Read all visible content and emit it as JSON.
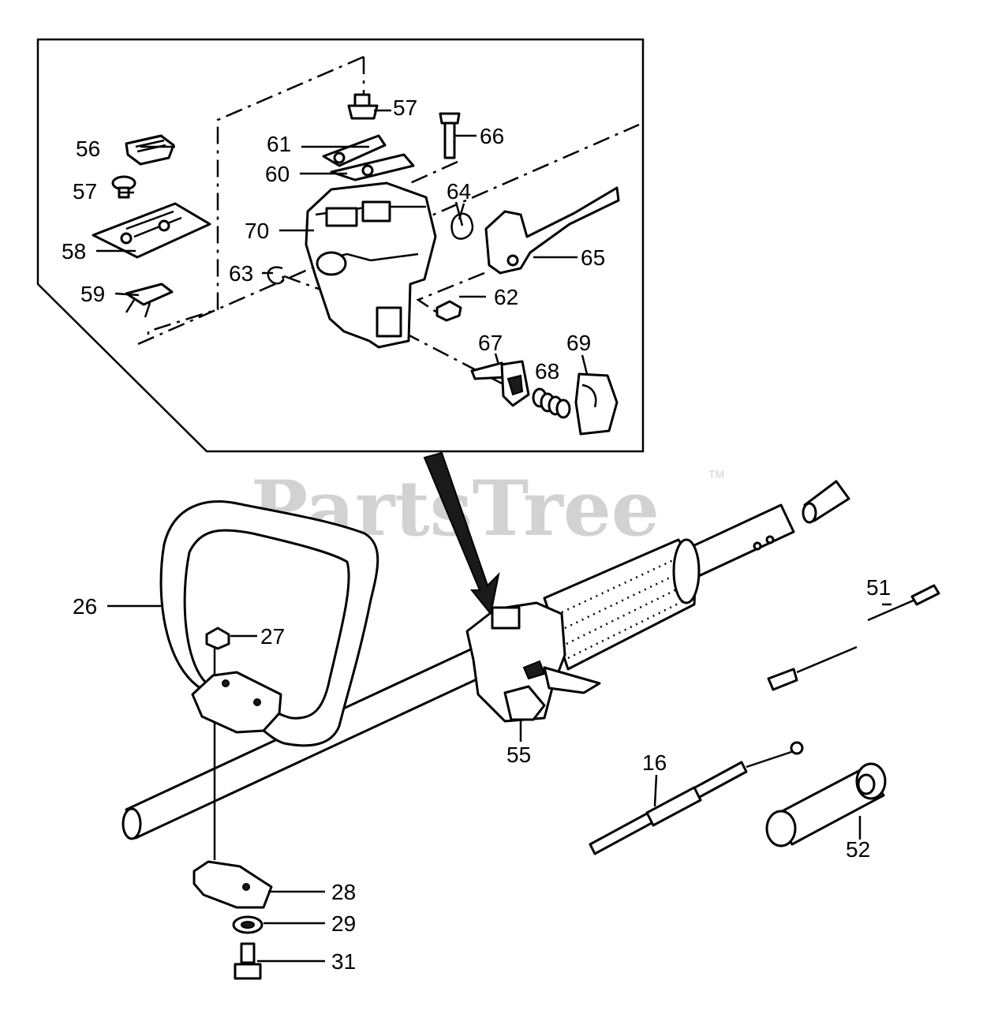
{
  "watermark": {
    "text": "PartsTree",
    "trademark": "TM"
  },
  "parts": [
    {
      "id": "p57a",
      "number": "57"
    },
    {
      "id": "p56",
      "number": "56"
    },
    {
      "id": "p61",
      "number": "61"
    },
    {
      "id": "p66",
      "number": "66"
    },
    {
      "id": "p57b",
      "number": "57"
    },
    {
      "id": "p60",
      "number": "60"
    },
    {
      "id": "p64",
      "number": "64"
    },
    {
      "id": "p70",
      "number": "70"
    },
    {
      "id": "p58",
      "number": "58"
    },
    {
      "id": "p65",
      "number": "65"
    },
    {
      "id": "p63",
      "number": "63"
    },
    {
      "id": "p59",
      "number": "59"
    },
    {
      "id": "p62",
      "number": "62"
    },
    {
      "id": "p67",
      "number": "67"
    },
    {
      "id": "p69",
      "number": "69"
    },
    {
      "id": "p68",
      "number": "68"
    },
    {
      "id": "p51",
      "number": "51"
    },
    {
      "id": "p26",
      "number": "26"
    },
    {
      "id": "p27",
      "number": "27"
    },
    {
      "id": "p55",
      "number": "55"
    },
    {
      "id": "p16",
      "number": "16"
    },
    {
      "id": "p52",
      "number": "52"
    },
    {
      "id": "p28",
      "number": "28"
    },
    {
      "id": "p29",
      "number": "29"
    },
    {
      "id": "p31",
      "number": "31"
    }
  ]
}
